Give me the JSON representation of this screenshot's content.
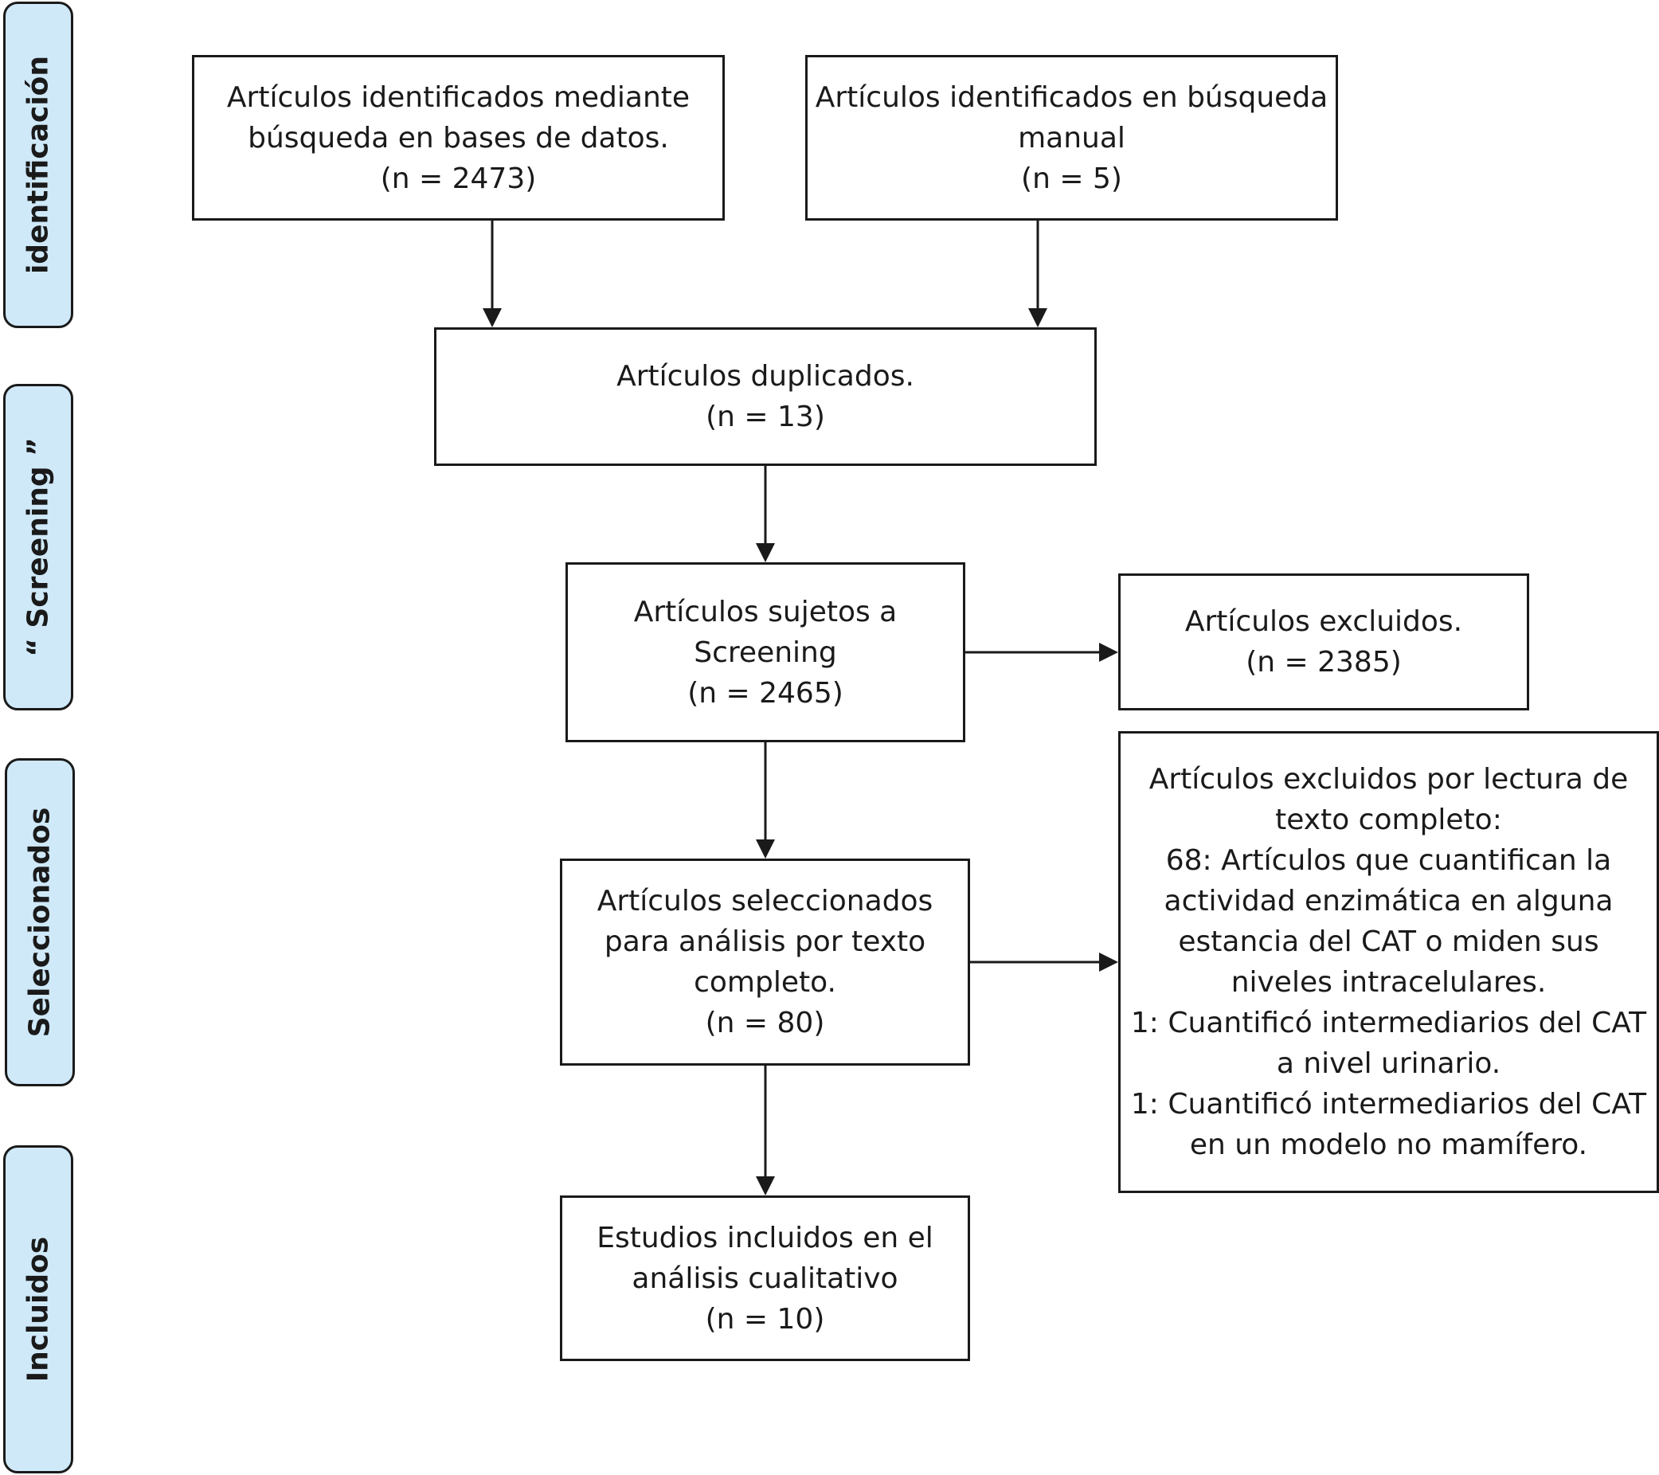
{
  "stages": {
    "identification": "identificación",
    "screening": "“ Screening ”",
    "selected": "Seleccionados",
    "included": "Incluidos"
  },
  "boxes": {
    "database_search": {
      "lines": [
        "Artículos identificados mediante",
        "búsqueda en bases de datos.",
        "(n = 2473)"
      ]
    },
    "manual_search": {
      "lines": [
        "Artículos identificados en búsqueda",
        "manual",
        "(n = 5)"
      ]
    },
    "duplicates": {
      "lines": [
        "Artículos duplicados.",
        "(n = 13)"
      ]
    },
    "screened": {
      "lines": [
        "Artículos sujetos a",
        "Screening",
        "(n = 2465)"
      ]
    },
    "excluded": {
      "lines": [
        "Artículos excluidos.",
        "(n = 2385)"
      ]
    },
    "full_text": {
      "lines": [
        "Artículos seleccionados",
        "para análisis por texto",
        "completo.",
        "(n = 80)"
      ]
    },
    "excluded_full_text": {
      "lines": [
        "Artículos excluidos por lectura de",
        "texto completo:",
        "68: Artículos que cuantifican la",
        "actividad enzimática en alguna",
        "estancia del CAT o miden sus",
        "niveles intracelulares.",
        "1: Cuantificó intermediarios del CAT",
        "a nivel urinario.",
        "1: Cuantificó intermediarios del CAT",
        "en un modelo no mamífero."
      ]
    },
    "included_studies": {
      "lines": [
        "Estudios incluidos en el",
        "análisis cualitativo",
        "(n = 10)"
      ]
    }
  }
}
